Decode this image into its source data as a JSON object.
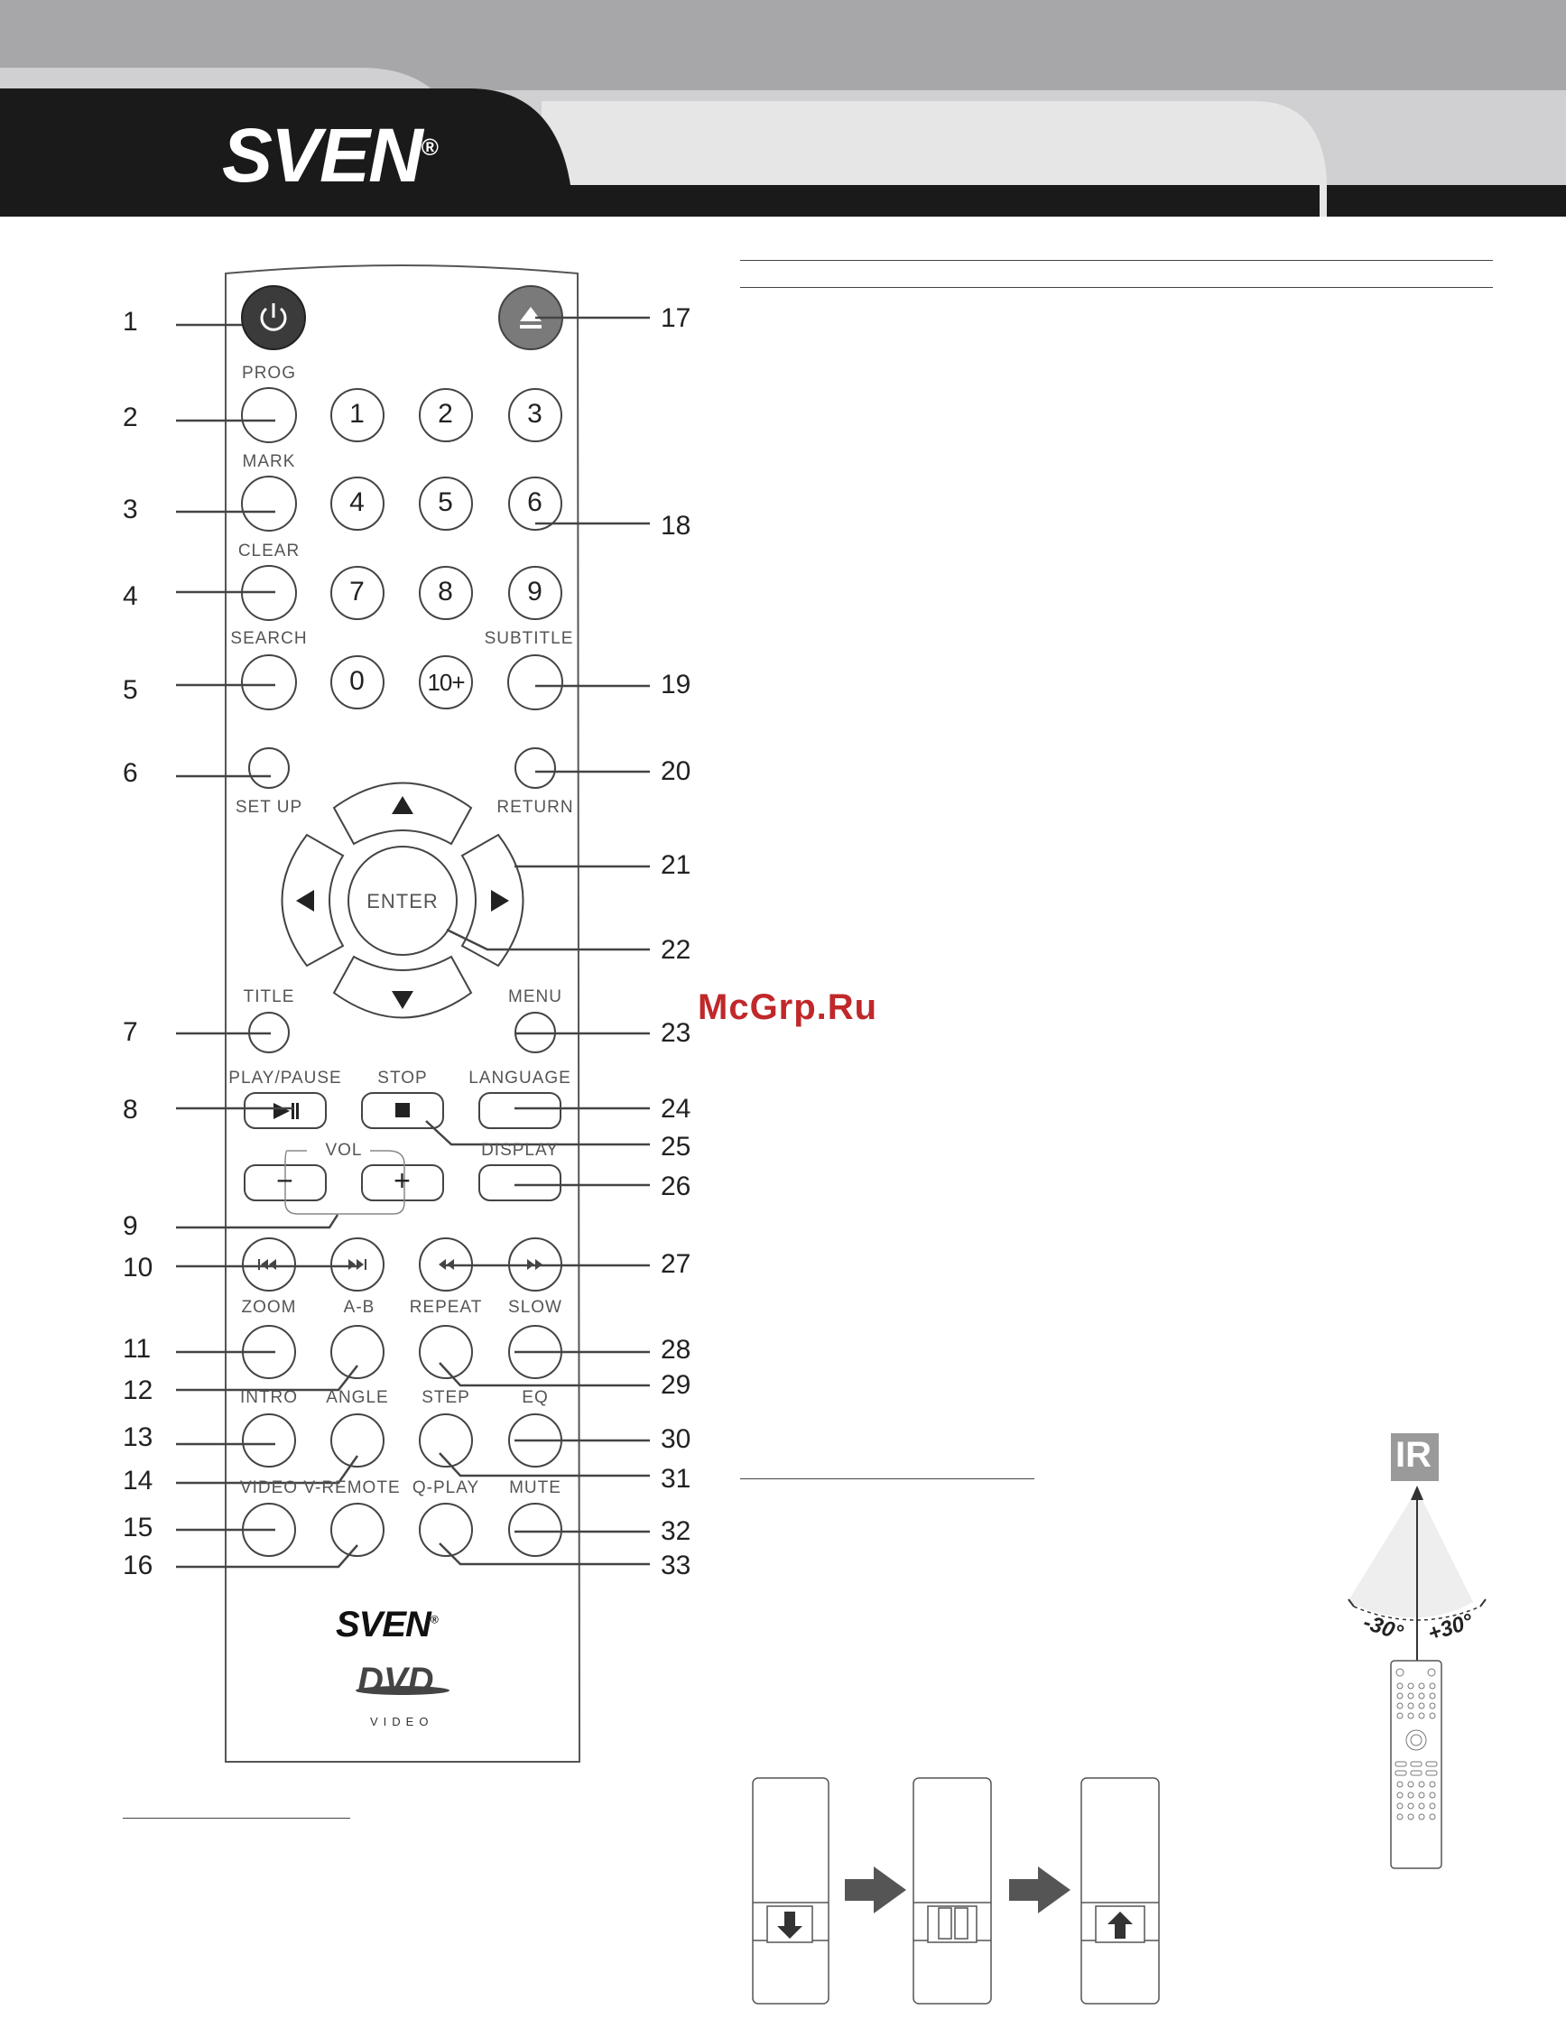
{
  "header": {
    "brand": "SVEN",
    "registered": "®"
  },
  "watermark": "McGrp.Ru",
  "remote": {
    "brand": "SVEN",
    "registered": "®",
    "dvd_logo": "DVD",
    "dvd_sub": "VIDEO",
    "labels": {
      "prog": "PROG",
      "mark": "MARK",
      "clear": "CLEAR",
      "search": "SEARCH",
      "subtitle": "SUBTITLE",
      "setup": "SET UP",
      "return": "RETURN",
      "enter": "ENTER",
      "title": "TITLE",
      "menu": "MENU",
      "play_pause": "PLAY/PAUSE",
      "stop": "STOP",
      "language": "LANGUAGE",
      "vol": "VOL",
      "display": "DISPLAY",
      "zoom": "ZOOM",
      "ab": "A-B",
      "repeat": "REPEAT",
      "slow": "SLOW",
      "intro": "INTRO",
      "angle": "ANGLE",
      "step": "STEP",
      "eq": "EQ",
      "video": "VIDEO",
      "vremote": "V-REMOTE",
      "qplay": "Q-PLAY",
      "mute": "MUTE"
    },
    "digits": [
      "1",
      "2",
      "3",
      "4",
      "5",
      "6",
      "7",
      "8",
      "9",
      "0",
      "10+"
    ],
    "vol_minus": "−",
    "vol_plus": "+"
  },
  "callouts_left": [
    "1",
    "2",
    "3",
    "4",
    "5",
    "6",
    "7",
    "8",
    "9",
    "10",
    "11",
    "12",
    "13",
    "14",
    "15",
    "16"
  ],
  "callouts_right": [
    "17",
    "18",
    "19",
    "20",
    "21",
    "22",
    "23",
    "24",
    "25",
    "26",
    "27",
    "28",
    "29",
    "30",
    "31",
    "32",
    "33"
  ],
  "ir_diagram": {
    "ir_label": "IR",
    "angle_left": "-30°",
    "angle_right": "+30°"
  },
  "icons": [
    "power-icon",
    "eject-icon",
    "play-pause-icon",
    "stop-icon",
    "prev-icon",
    "next-icon",
    "rewind-icon",
    "forward-icon",
    "arrow-up-icon",
    "arrow-down-icon",
    "arrow-left-icon",
    "arrow-right-icon"
  ],
  "colors": {
    "header_dark": "#1a1a1a",
    "header_gray": "#a7a6a8",
    "header_light": "#e6e6e6",
    "watermark": "#c0282a"
  }
}
